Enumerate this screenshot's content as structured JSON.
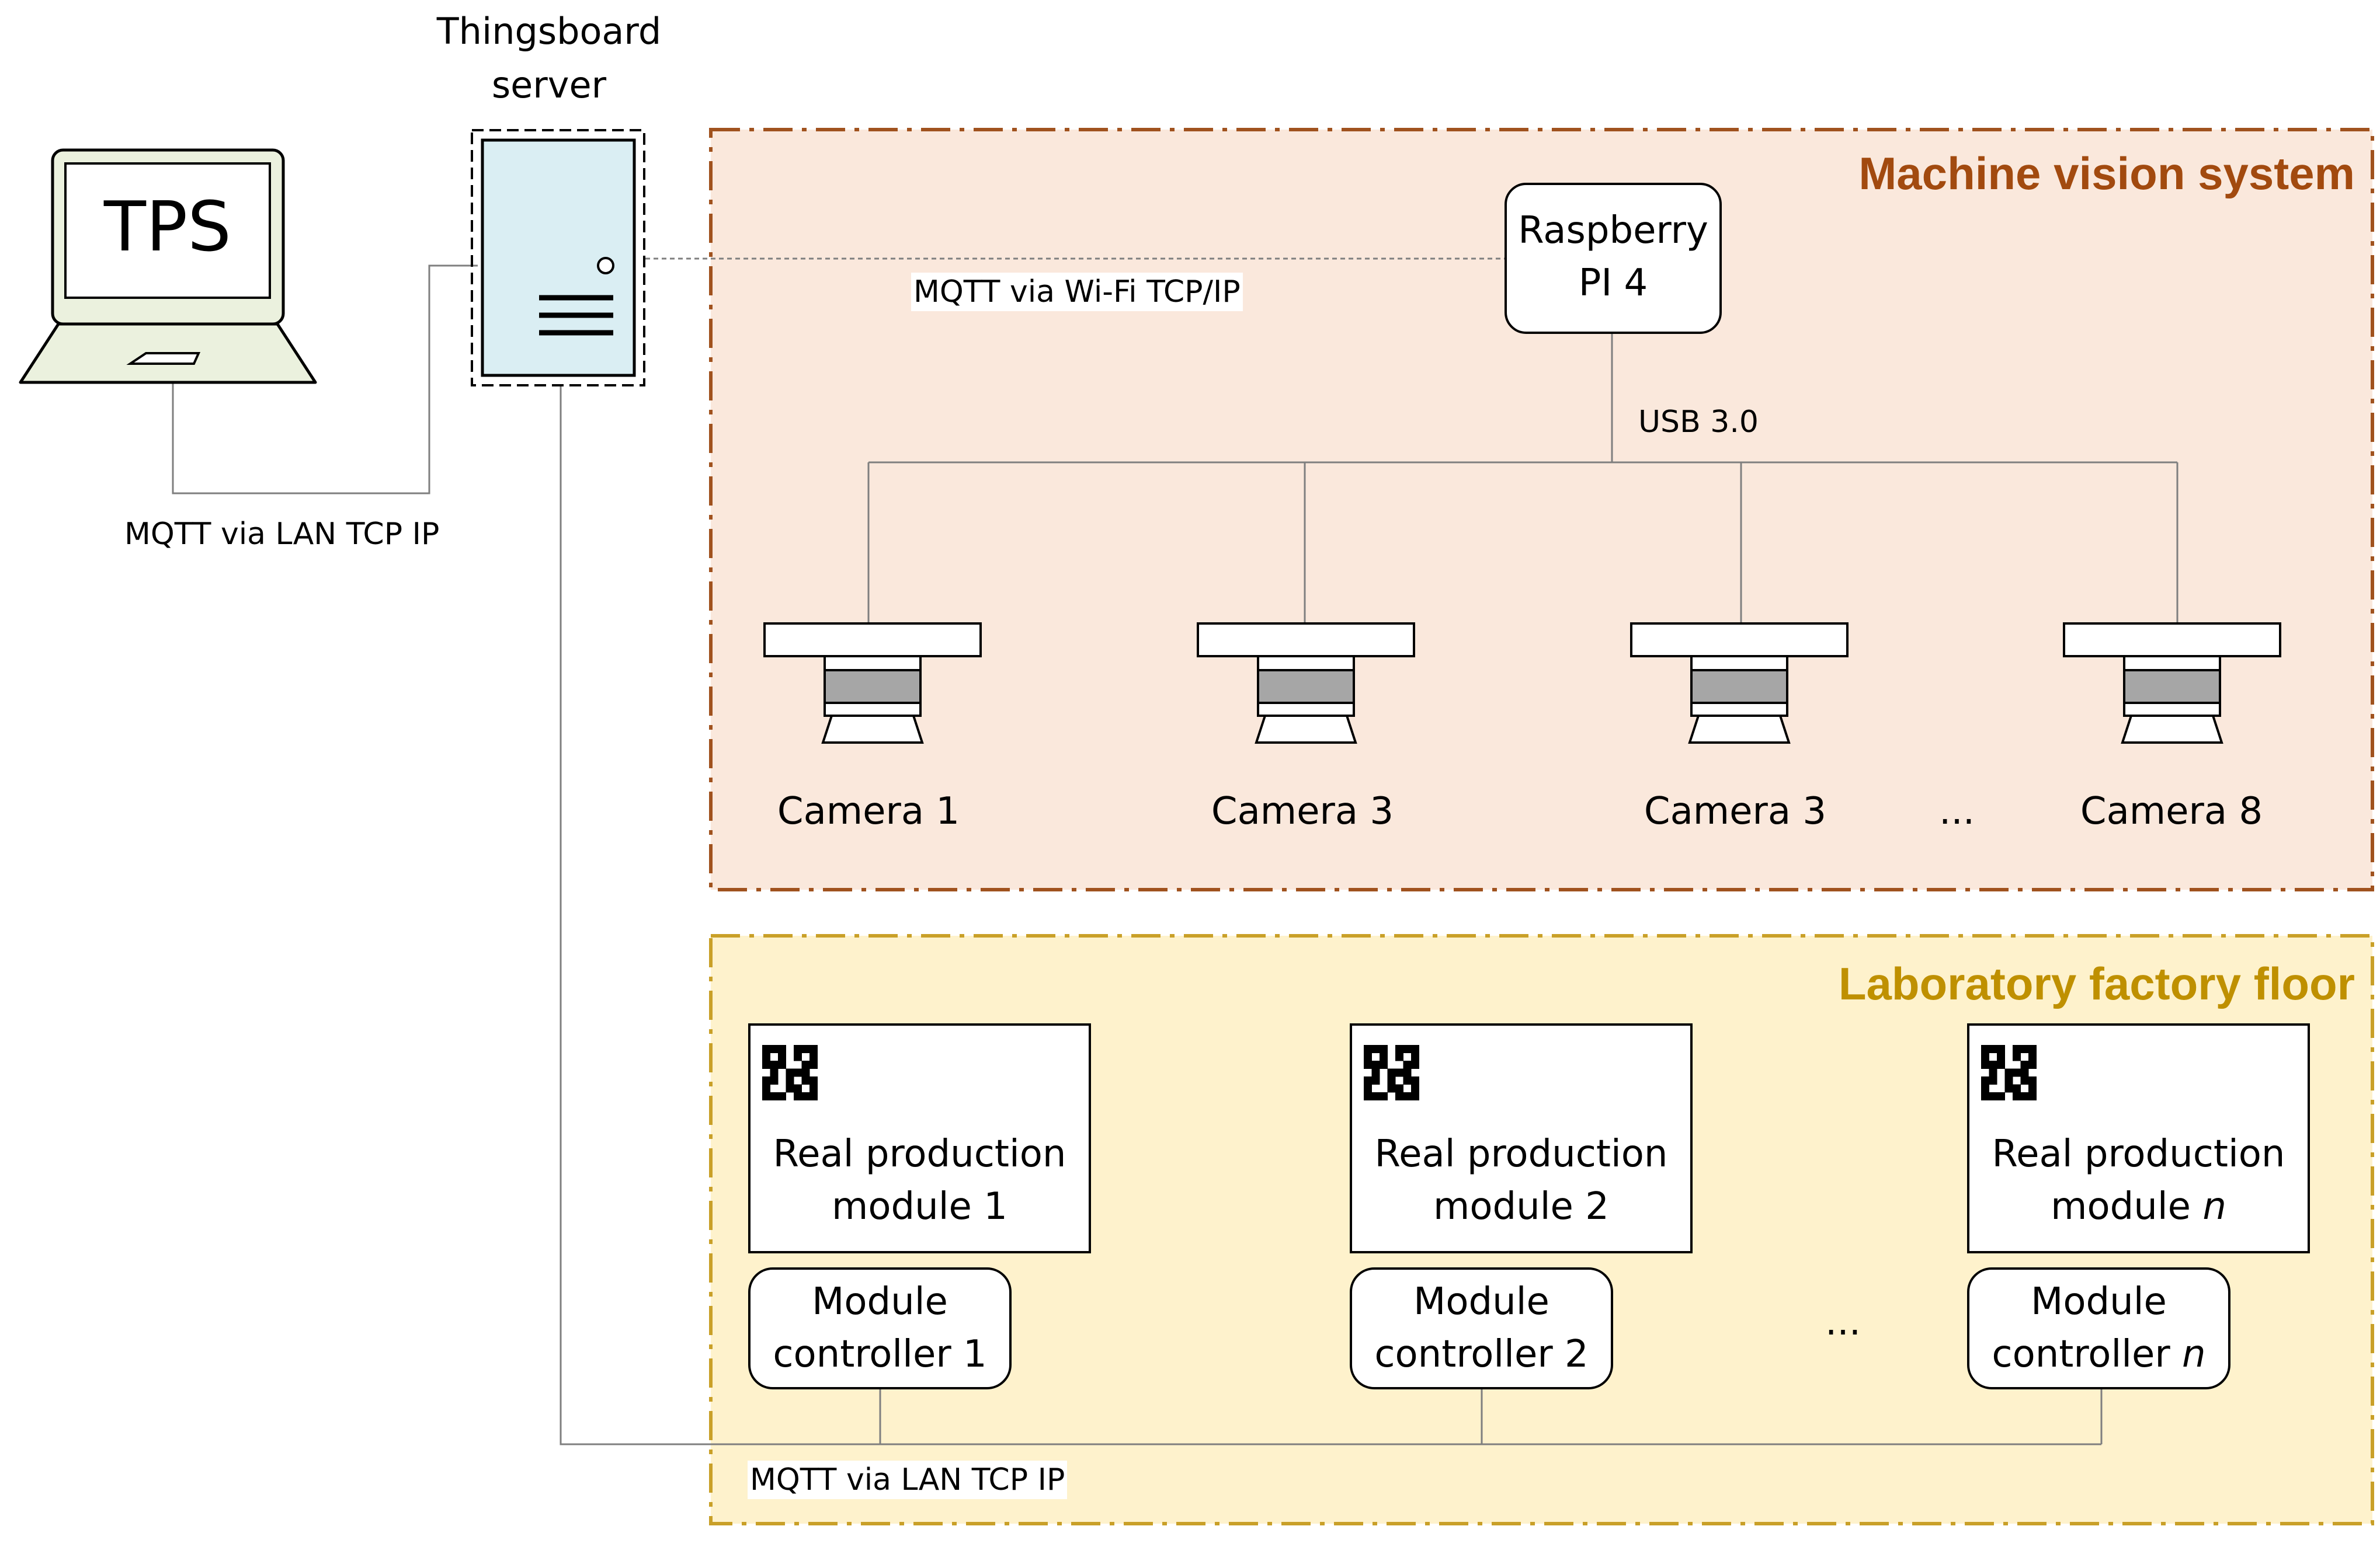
{
  "colors": {
    "machine_vision_fill": "#FAE8DC",
    "machine_vision_border": "#A0521E",
    "machine_vision_title": "#A24A0F",
    "factory_fill": "#FEF2CC",
    "factory_border": "#C9A028",
    "factory_title": "#BF9000",
    "server_fill": "#DAEEF3",
    "laptop_fill": "#EBF1DE",
    "camera_mid": "#A6A6A6",
    "line": "#7F7F7F"
  },
  "tps": {
    "label": "TPS",
    "icon": "laptop-icon"
  },
  "server": {
    "label_line1": "Thingsboard",
    "label_line2": "server",
    "icon": "server-tower-icon"
  },
  "connections": {
    "tps_server": "MQTT via LAN TCP IP",
    "server_raspberry": "MQTT via Wi-Fi TCP/IP",
    "raspberry_cameras": "USB 3.0",
    "server_controllers": "MQTT via LAN TCP IP"
  },
  "machine_vision": {
    "title": "Machine vision system",
    "raspberry_line1": "Raspberry",
    "raspberry_line2": "PI 4",
    "cameras": [
      {
        "label": "Camera 1",
        "icon": "camera-icon"
      },
      {
        "label": "Camera 3",
        "icon": "camera-icon"
      },
      {
        "label": "Camera 3",
        "icon": "camera-icon"
      },
      {
        "label": "Camera 8",
        "icon": "camera-icon"
      }
    ],
    "ellipsis": "..."
  },
  "factory": {
    "title": "Laboratory factory floor",
    "modules": [
      {
        "line1": "Real production",
        "line2_text": "module",
        "line2_num": "1",
        "num_italic": false,
        "controller_line1": "Module",
        "controller_text": "controller",
        "controller_num": "1",
        "icon": "qr-code-icon"
      },
      {
        "line1": "Real production",
        "line2_text": "module",
        "line2_num": "2",
        "num_italic": false,
        "controller_line1": "Module",
        "controller_text": "controller",
        "controller_num": "2",
        "icon": "qr-code-icon"
      },
      {
        "line1": "Real production",
        "line2_text": "module",
        "line2_num": "n",
        "num_italic": true,
        "controller_line1": "Module",
        "controller_text": "controller",
        "controller_num": "n",
        "icon": "qr-code-icon"
      }
    ],
    "ellipsis": "..."
  }
}
